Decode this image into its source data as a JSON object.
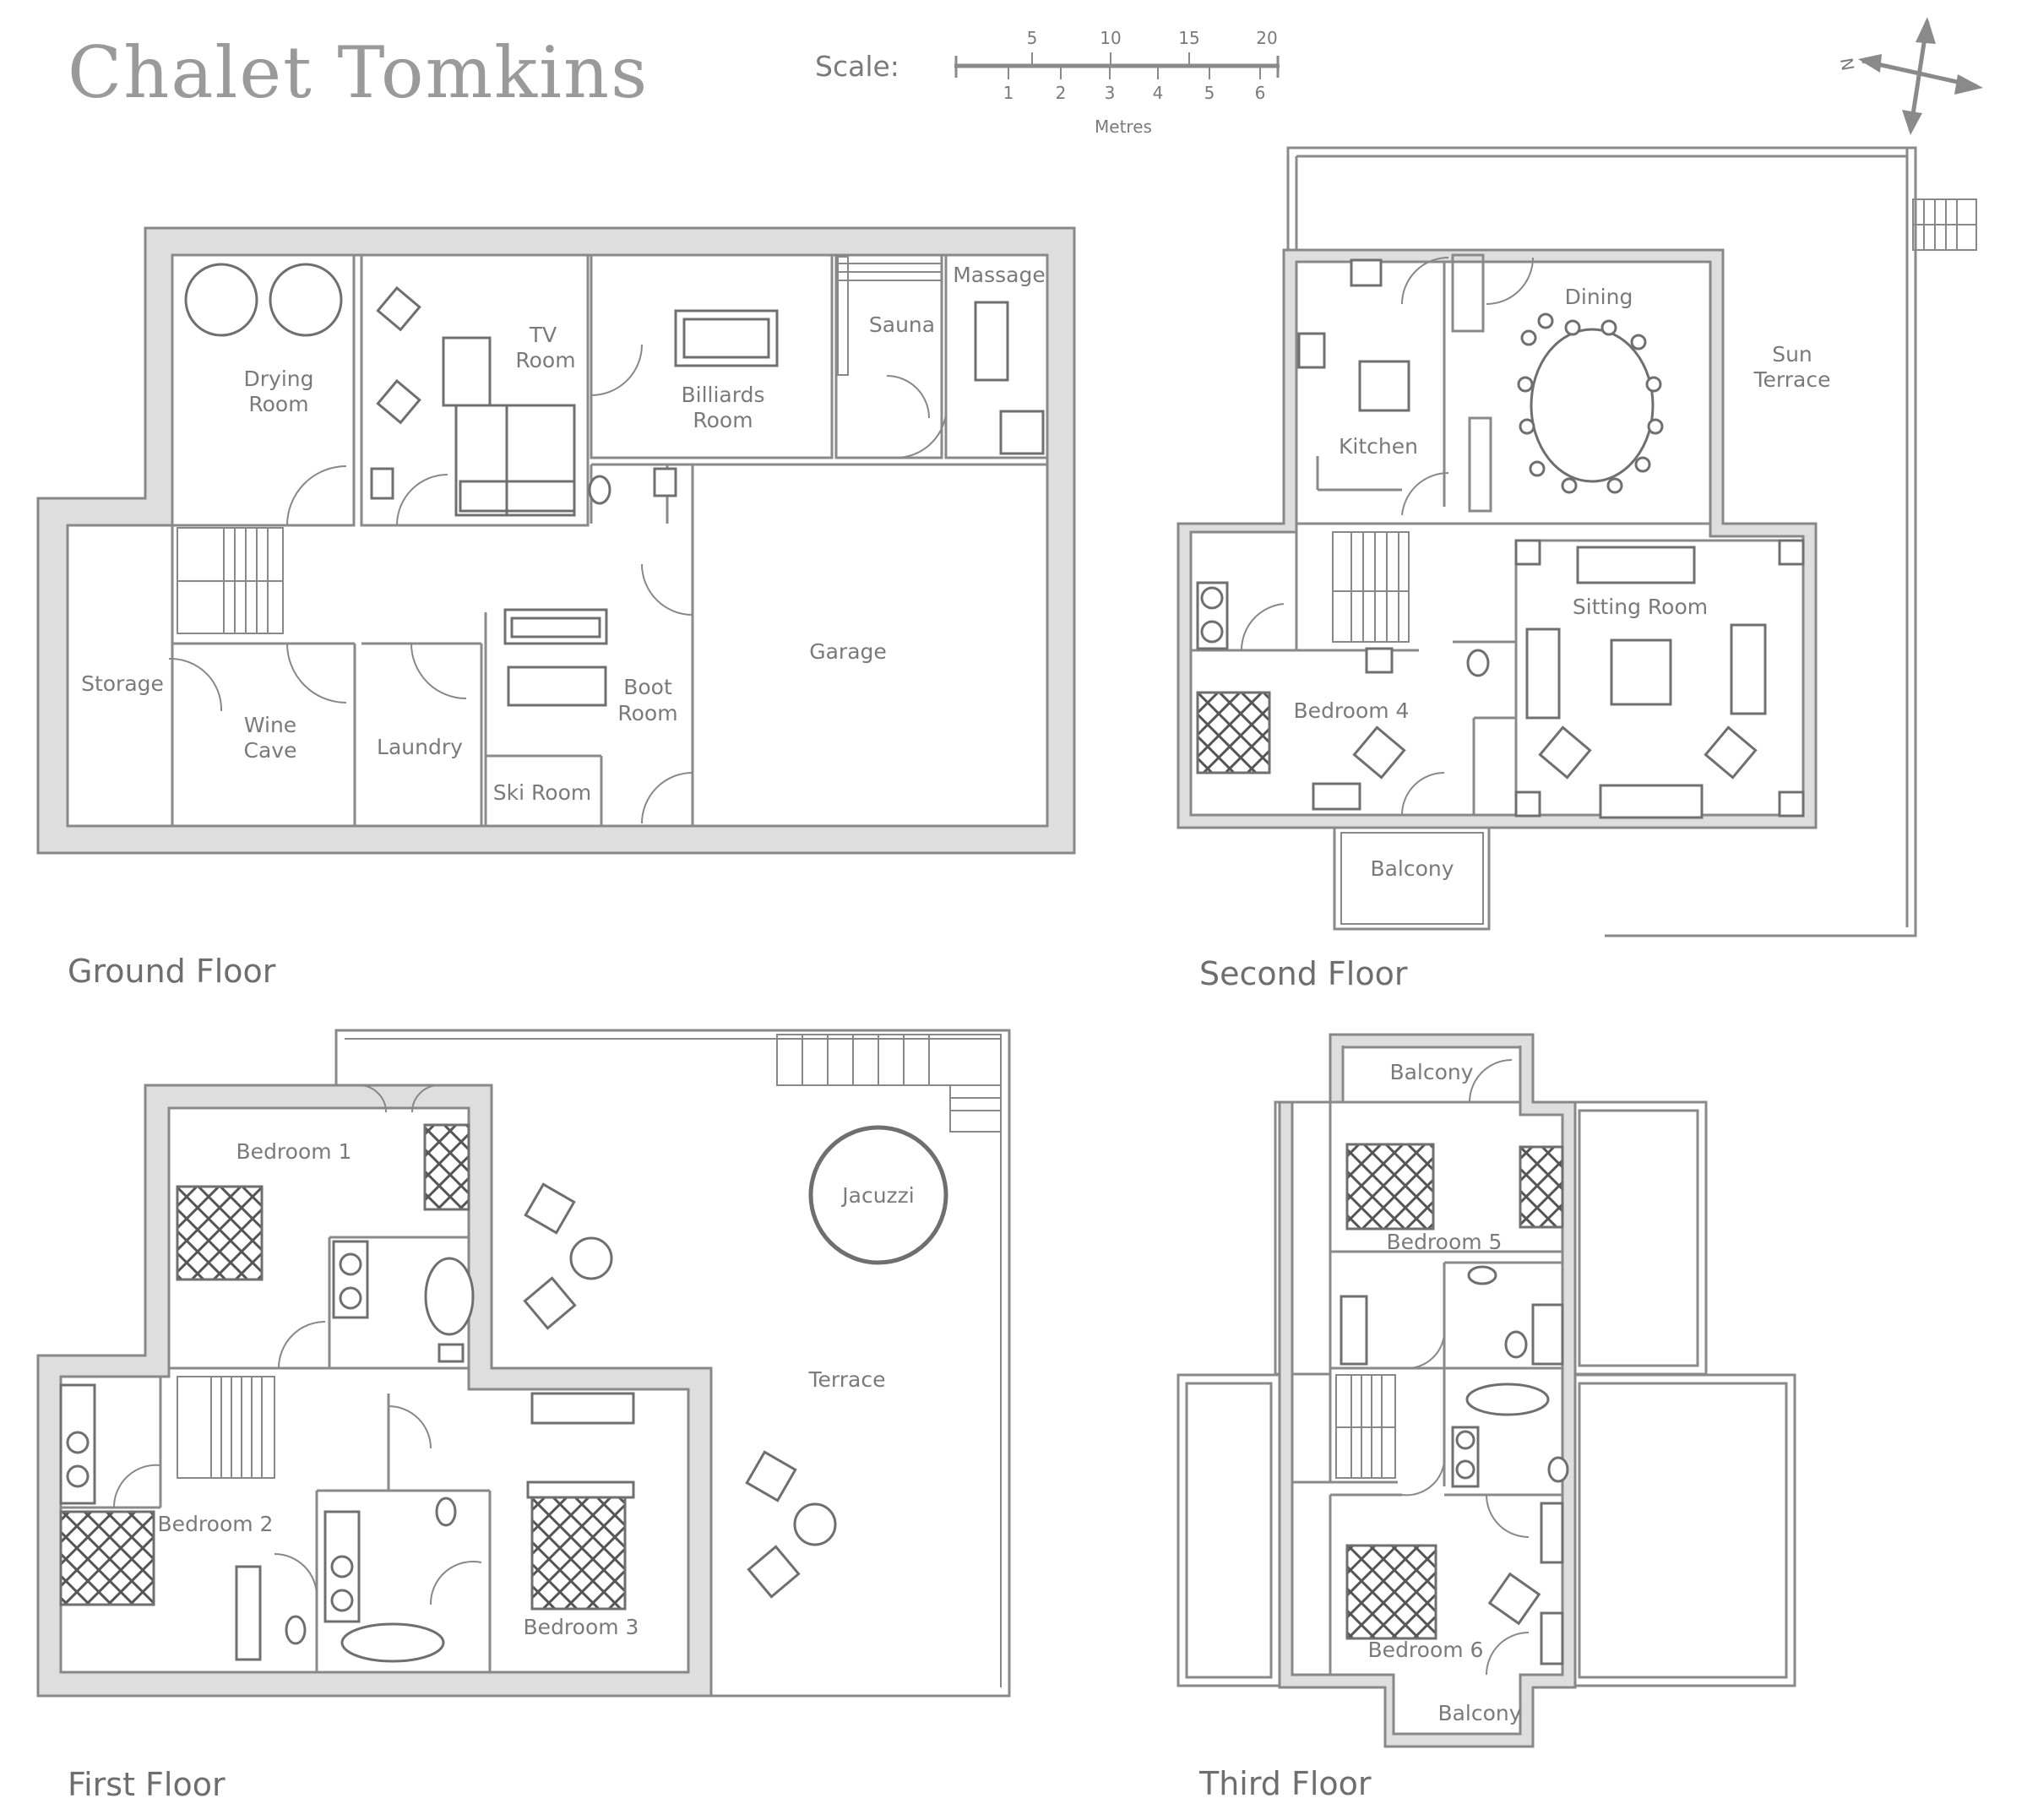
{
  "title": "Chalet Tomkins",
  "scale": {
    "label": "Scale:",
    "top_ticks": [
      "5",
      "10",
      "15",
      "20"
    ],
    "bottom_ticks": [
      "1",
      "2",
      "3",
      "4",
      "5",
      "6"
    ],
    "unit": "Metres"
  },
  "compass": {
    "north": "N"
  },
  "floors": {
    "ground": {
      "label": "Ground Floor",
      "rooms": {
        "drying_1": "Drying",
        "drying_2": "Room",
        "tv_1": "TV",
        "tv_2": "Room",
        "billiards_1": "Billiards",
        "billiards_2": "Room",
        "sauna": "Sauna",
        "massage": "Massage",
        "storage": "Storage",
        "wine_1": "Wine",
        "wine_2": "Cave",
        "laundry": "Laundry",
        "boot_1": "Boot",
        "boot_2": "Room",
        "ski": "Ski Room",
        "garage": "Garage"
      }
    },
    "second": {
      "label": "Second Floor",
      "rooms": {
        "dining": "Dining",
        "kitchen": "Kitchen",
        "sun_1": "Sun",
        "sun_2": "Terrace",
        "sitting": "Sitting Room",
        "bedroom4": "Bedroom 4",
        "balcony": "Balcony"
      }
    },
    "first": {
      "label": "First Floor",
      "rooms": {
        "bedroom1": "Bedroom 1",
        "bedroom2": "Bedroom 2",
        "bedroom3": "Bedroom 3",
        "jacuzzi": "Jacuzzi",
        "terrace": "Terrace"
      }
    },
    "third": {
      "label": "Third Floor",
      "rooms": {
        "balcony_top": "Balcony",
        "bedroom5": "Bedroom 5",
        "bedroom6": "Bedroom 6",
        "balcony_bottom": "Balcony"
      }
    }
  }
}
